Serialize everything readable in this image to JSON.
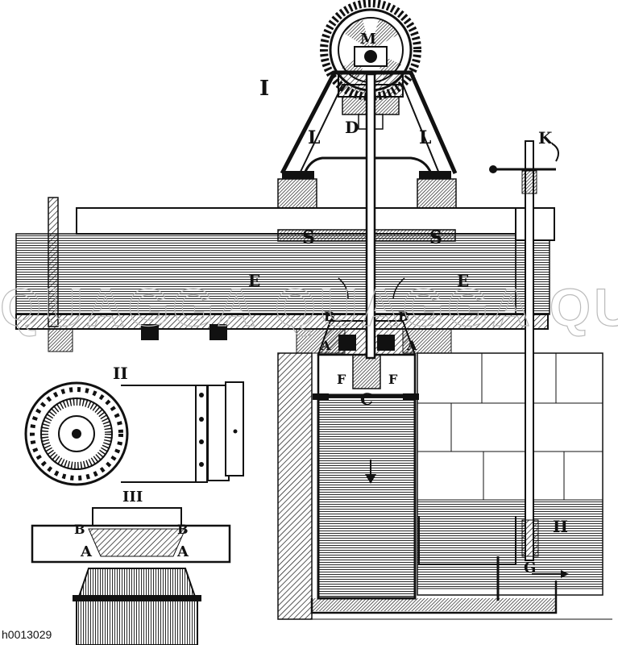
{
  "figure": {
    "roman_numerals": {
      "fig1": "I",
      "fig2": "II",
      "fig3": "III"
    },
    "labels": {
      "M": "M",
      "D": "D",
      "L_left": "L",
      "L_right": "L",
      "K": "K",
      "S_left": "S",
      "S_right": "S",
      "E_left": "E",
      "E_right": "E",
      "B_left": "B",
      "B_right": "B",
      "A_left": "A",
      "A_right": "A",
      "F_left": "F",
      "F_right": "F",
      "C": "C",
      "H": "H",
      "G": "G",
      "fig3_B_left": "B",
      "fig3_B_right": "B",
      "fig3_A_left": "A",
      "fig3_A_right": "A"
    },
    "watermark": "QUAGGA QUAGGA QUAGGA QUA",
    "image_id": "h0013029"
  },
  "colors": {
    "ink": "#111111",
    "paper": "#ffffff",
    "watermark": "#bbbbbb"
  }
}
